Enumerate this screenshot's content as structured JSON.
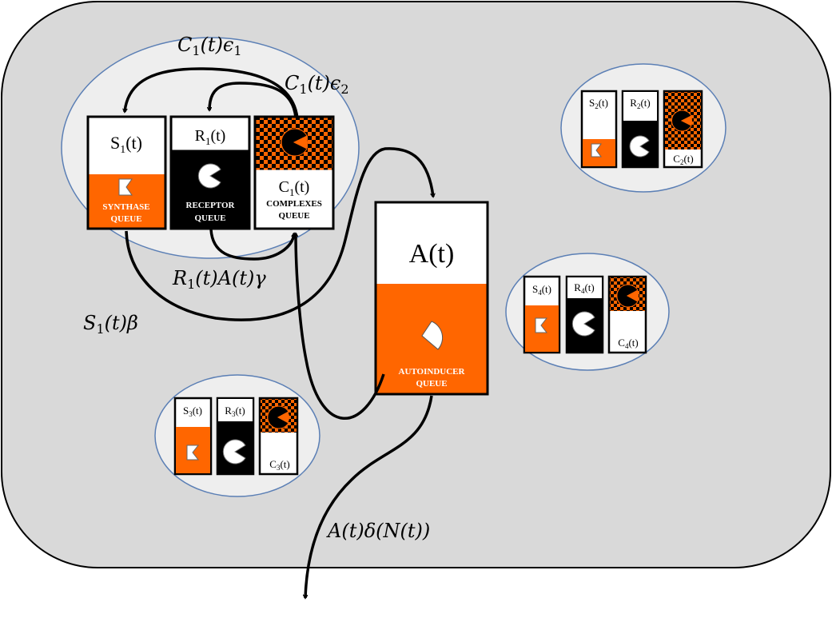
{
  "colors": {
    "orange": "#ff6600",
    "black": "#000000",
    "cell": "#d9d9d9",
    "ellipse": "#eeeeee",
    "ellipse_stroke": "#5b7fb5",
    "box": "#ffffff"
  },
  "main": {
    "synthase": {
      "var": "S",
      "sub": "1",
      "arg": "(t)",
      "label1": "SYNTHASE",
      "label2": "QUEUE",
      "icon": "synthase-flag-icon"
    },
    "receptor": {
      "var": "R",
      "sub": "1",
      "arg": "(t)",
      "label1": "RECEPTOR",
      "label2": "QUEUE",
      "icon": "receptor-pacman-icon"
    },
    "complexes": {
      "var": "C",
      "sub": "1",
      "arg": "(t)",
      "label1": "COMPLEXES",
      "label2": "QUEUE",
      "icon": "complex-pacman-icon"
    }
  },
  "autoinducer": {
    "title": "A(t)",
    "label1": "AUTOINDUCER",
    "label2": "QUEUE",
    "icon": "autoinducer-wedge-icon"
  },
  "rates": {
    "c1e1": {
      "a": "C",
      "s": "1",
      "b": "(t)ϵ",
      "s2": "1"
    },
    "c1e2": {
      "a": "C",
      "s": "1",
      "b": "(t)ϵ",
      "s2": "2"
    },
    "r1ag": {
      "a": "R",
      "s": "1",
      "b": "(t)A(t)γ"
    },
    "s1b": {
      "a": "S",
      "s": "1",
      "b": "(t)β"
    },
    "adn": {
      "a": "A(t)δ(N(t))"
    }
  },
  "cells": {
    "cell2": {
      "s": "S",
      "r": "R",
      "c": "C",
      "n": "2",
      "arg": "(t)"
    },
    "cell3": {
      "s": "S",
      "r": "R",
      "c": "C",
      "n": "3",
      "arg": "(t)"
    },
    "cell4": {
      "s": "S",
      "r": "R",
      "c": "C",
      "n": "4",
      "arg": "(t)"
    }
  }
}
